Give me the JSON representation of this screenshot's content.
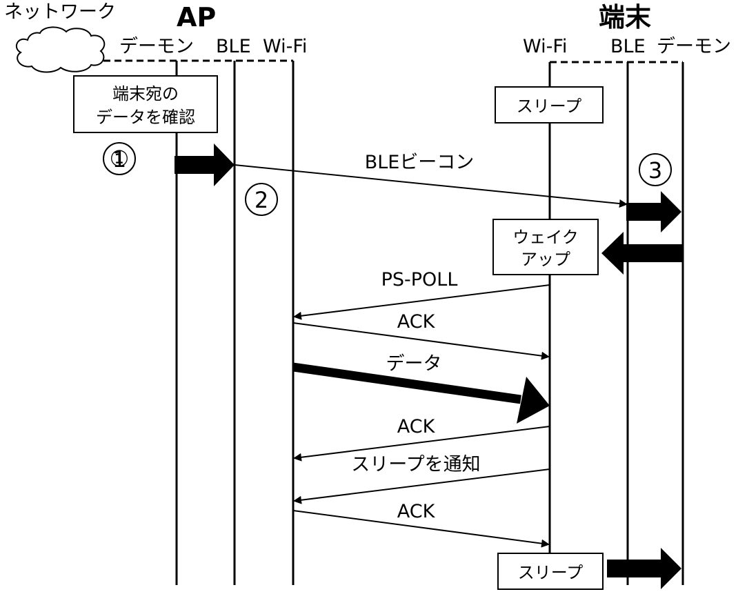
{
  "network_label": "ネットワーク",
  "ap": {
    "title": "AP",
    "daemon": "デーモン",
    "ble": "BLE",
    "wifi": "Wi-Fi",
    "check_box": [
      "端末宛の",
      "データを確認"
    ]
  },
  "terminal": {
    "title": "端末",
    "wifi": "Wi-Fi",
    "ble": "BLE",
    "daemon": "デーモン",
    "sleep_box": "スリープ",
    "wakeup_box": [
      "ウェイク",
      "アップ"
    ],
    "sleep_box_end": "スリープ"
  },
  "steps": [
    "①",
    "②",
    "③"
  ],
  "messages": {
    "ble_beacon": "BLEビーコン",
    "ps_poll": "PS-POLL",
    "ack_1": "ACK",
    "data": "データ",
    "ack_2": "ACK",
    "sleep_notify": "スリープを通知",
    "ack_3": "ACK"
  }
}
